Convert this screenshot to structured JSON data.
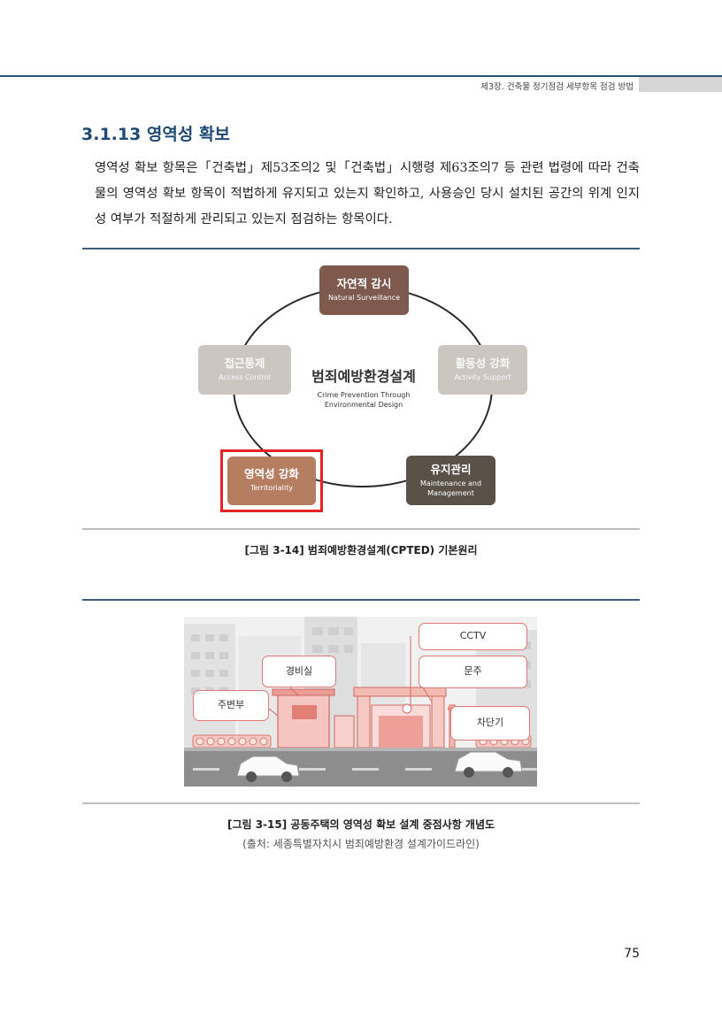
{
  "header": {
    "chapter": "제3장. 건축물 정기점검 세부항목 점검 방법"
  },
  "section": {
    "title": "3.1.13 영역성 확보",
    "body": "영역성 확보 항목은「건축법」제53조의2 및「건축법」시행령 제63조의7 등 관련 법령에 따라 건축물의 영역성 확보 항목이 적법하게 유지되고 있는지 확인하고, 사용승인 당시 설치된 공간의 위계 인지성 여부가 적절하게 관리되고 있는지 점검하는 항목이다."
  },
  "figure1": {
    "center_kr": "범죄예방환경설계",
    "center_en": "Crime Prevention Through Environmental Design",
    "nodes": {
      "surveillance": {
        "kr": "자연적 감시",
        "en": "Natural Surveillance"
      },
      "activity": {
        "kr": "활동성 강화",
        "en": "Activity Support"
      },
      "access": {
        "kr": "접근통제",
        "en": "Access Control"
      },
      "territoriality": {
        "kr": "영역성 강화",
        "en": "Territoriality"
      },
      "maintenance": {
        "kr": "유지관리",
        "en": "Maintenance and Management"
      }
    },
    "caption": "[그림 3-14] 범죄예방환경설계(CPTED) 기본원리"
  },
  "figure2": {
    "labels": {
      "cctv": "CCTV",
      "guard": "경비실",
      "gatepost": "문주",
      "perimeter": "주변부",
      "barrier": "차단기"
    },
    "caption": "[그림 3-15] 공동주택의 영역성 확보 설계 중점사항 개념도",
    "source": "(출처: 세종특별자치시 범죄예방환경 설계가이드라인)"
  },
  "page_number": "75",
  "colors": {
    "accent": "#1f4a75",
    "highlight": "#e52323",
    "label_border": "#e07a7a"
  }
}
